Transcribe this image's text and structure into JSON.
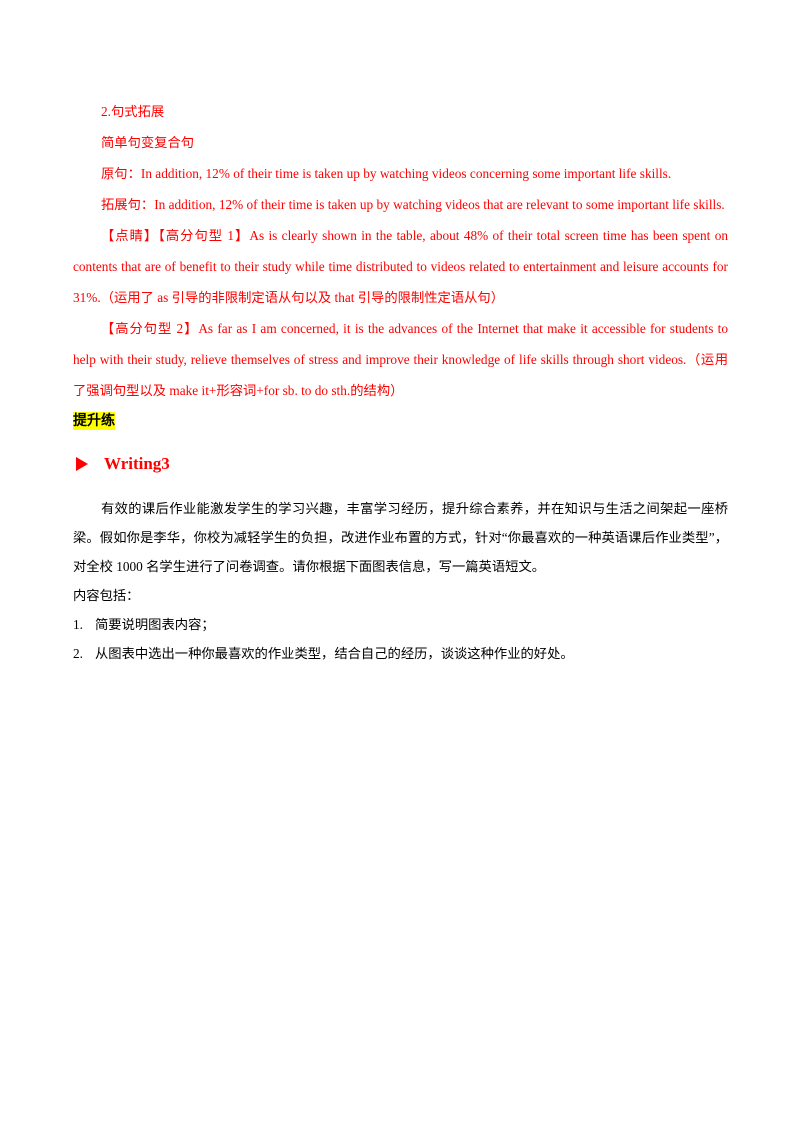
{
  "section": {
    "heading": "2.句式拓展",
    "subheading": "简单句变复合句",
    "original_label": "原句：",
    "original_text": "In addition, 12% of their time is taken up by watching videos concerning some important life skills.",
    "extended_label": "拓展句：",
    "extended_text": "In addition, 12% of their time is taken up by watching videos that are relevant to some important life skills.",
    "point1_tag1": "【点睛】",
    "point1_tag2": "【高分句型 1】",
    "point1_text": "As is clearly shown in the table, about 48% of their total screen time has been spent on contents that are of benefit to their study while time distributed to videos related to entertainment and leisure accounts for 31%.（运用了 as 引导的非限制定语从句以及 that 引导的限制性定语从句）",
    "point2_tag": "【高分句型 2】",
    "point2_text": "As far as I am concerned, it is the advances of the Internet that make it accessible for students to help with their study, relieve themselves of stress and improve their knowledge of life skills through short videos.（运用了强调句型以及 make it+形容词+for sb. to do sth.的结构）"
  },
  "practice": {
    "heading": "提升练",
    "writing_title": "Writing3",
    "prompt": "有效的课后作业能激发学生的学习兴趣，丰富学习经历，提升综合素养，并在知识与生活之间架起一座桥梁。假如你是李华，你校为减轻学生的负担，改进作业布置的方式，针对“你最喜欢的一种英语课后作业类型”，对全校 1000 名学生进行了问卷调查。请你根据下面图表信息，写一篇英语短文。",
    "content_label": "内容包括：",
    "items": [
      {
        "num": "1.",
        "text": "简要说明图表内容；"
      },
      {
        "num": "2.",
        "text": "从图表中选出一种你最喜欢的作业类型，结合自己的经历，谈谈这种作业的好处。"
      }
    ]
  }
}
